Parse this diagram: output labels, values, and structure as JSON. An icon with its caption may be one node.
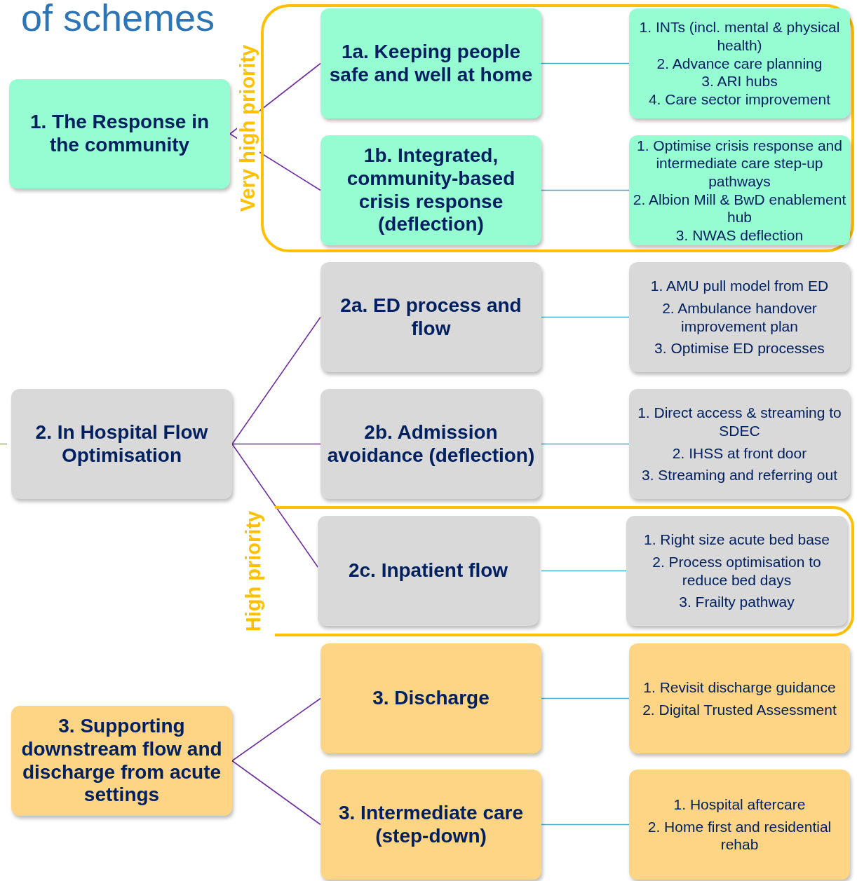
{
  "diagram": {
    "title": "of schemes",
    "nodes": [
      {
        "text": [
          "1. The Response in the community"
        ]
      },
      {
        "text": [
          "Very high priority"
        ]
      },
      {
        "text": [
          "1a. Keeping people safe and well at home"
        ],
        "in": 1
      },
      {
        "text": [
          "1. INTs (incl. mental & physical health)",
          "2. Advance care planning",
          "3. ARI hubs",
          "4. Care sector improvement"
        ],
        "in": 1
      },
      {
        "text": [
          "1b. Integrated, community-based crisis response (deflection)"
        ],
        "in": 1
      },
      {
        "text": [
          "1. Optimise crisis response and intermediate care step-up pathways",
          "2. Albion Mill & BwD enablement hub",
          "3. NWAS deflection"
        ],
        "in": 1
      },
      {
        "text": [
          "2. In Hospital Flow Optimisation"
        ]
      },
      {
        "text": [
          "2a. ED process and flow"
        ]
      },
      {
        "text": [
          "1. AMU pull model from ED",
          "2. Ambulance handover improvement plan",
          "3. Optimise ED processes"
        ]
      },
      {
        "text": [
          "2b. Admission avoidance (deflection)"
        ]
      },
      {
        "text": [
          "1. Direct access & streaming to SDEC",
          "2. IHSS at front door",
          "3. Streaming and referring out"
        ]
      },
      {
        "text": [
          "High priority"
        ]
      },
      {
        "text": [
          "2c. Inpatient flow"
        ],
        "in": 11
      },
      {
        "text": [
          "1. Right size acute bed base",
          "2. Process optimisation to reduce bed days",
          "3. Frailty pathway"
        ],
        "in": 11
      },
      {
        "text": [
          "3. Supporting downstream flow and discharge from acute settings"
        ]
      },
      {
        "text": [
          "3. Discharge"
        ]
      },
      {
        "text": [
          "1. Revisit discharge guidance",
          "2. Digital Trusted Assessment"
        ]
      },
      {
        "text": [
          "3. Intermediate care (step-down)"
        ]
      },
      {
        "text": [
          "1. Hospital aftercare",
          "2. Home first and residential rehab"
        ]
      }
    ],
    "edges": [
      {
        "from": 0,
        "to": 2,
        "arrow": "none"
      },
      {
        "from": 0,
        "to": 4,
        "arrow": "none"
      },
      {
        "from": 2,
        "to": 3,
        "arrow": "none",
        "color": "#4bacc6"
      },
      {
        "from": 4,
        "to": 5,
        "arrow": "none",
        "color": "#4bacc6"
      },
      {
        "from": null,
        "to": 6,
        "arrow": "none",
        "color": "#9bbb59"
      },
      {
        "from": 6,
        "to": 7,
        "arrow": "none"
      },
      {
        "from": 6,
        "to": 9,
        "arrow": "none"
      },
      {
        "from": 6,
        "to": 12,
        "arrow": "none"
      },
      {
        "from": 7,
        "to": 8,
        "arrow": "none",
        "color": "#4bacc6"
      },
      {
        "from": 9,
        "to": 10,
        "arrow": "none",
        "color": "#4bacc6"
      },
      {
        "from": 12,
        "to": 13,
        "arrow": "none",
        "color": "#4bacc6"
      },
      {
        "from": 14,
        "to": 15,
        "arrow": "none"
      },
      {
        "from": 14,
        "to": 17,
        "arrow": "none"
      },
      {
        "from": 15,
        "to": 16,
        "arrow": "none",
        "color": "#4bacc6"
      },
      {
        "from": 17,
        "to": 18,
        "arrow": "none",
        "color": "#4bacc6"
      }
    ]
  }
}
